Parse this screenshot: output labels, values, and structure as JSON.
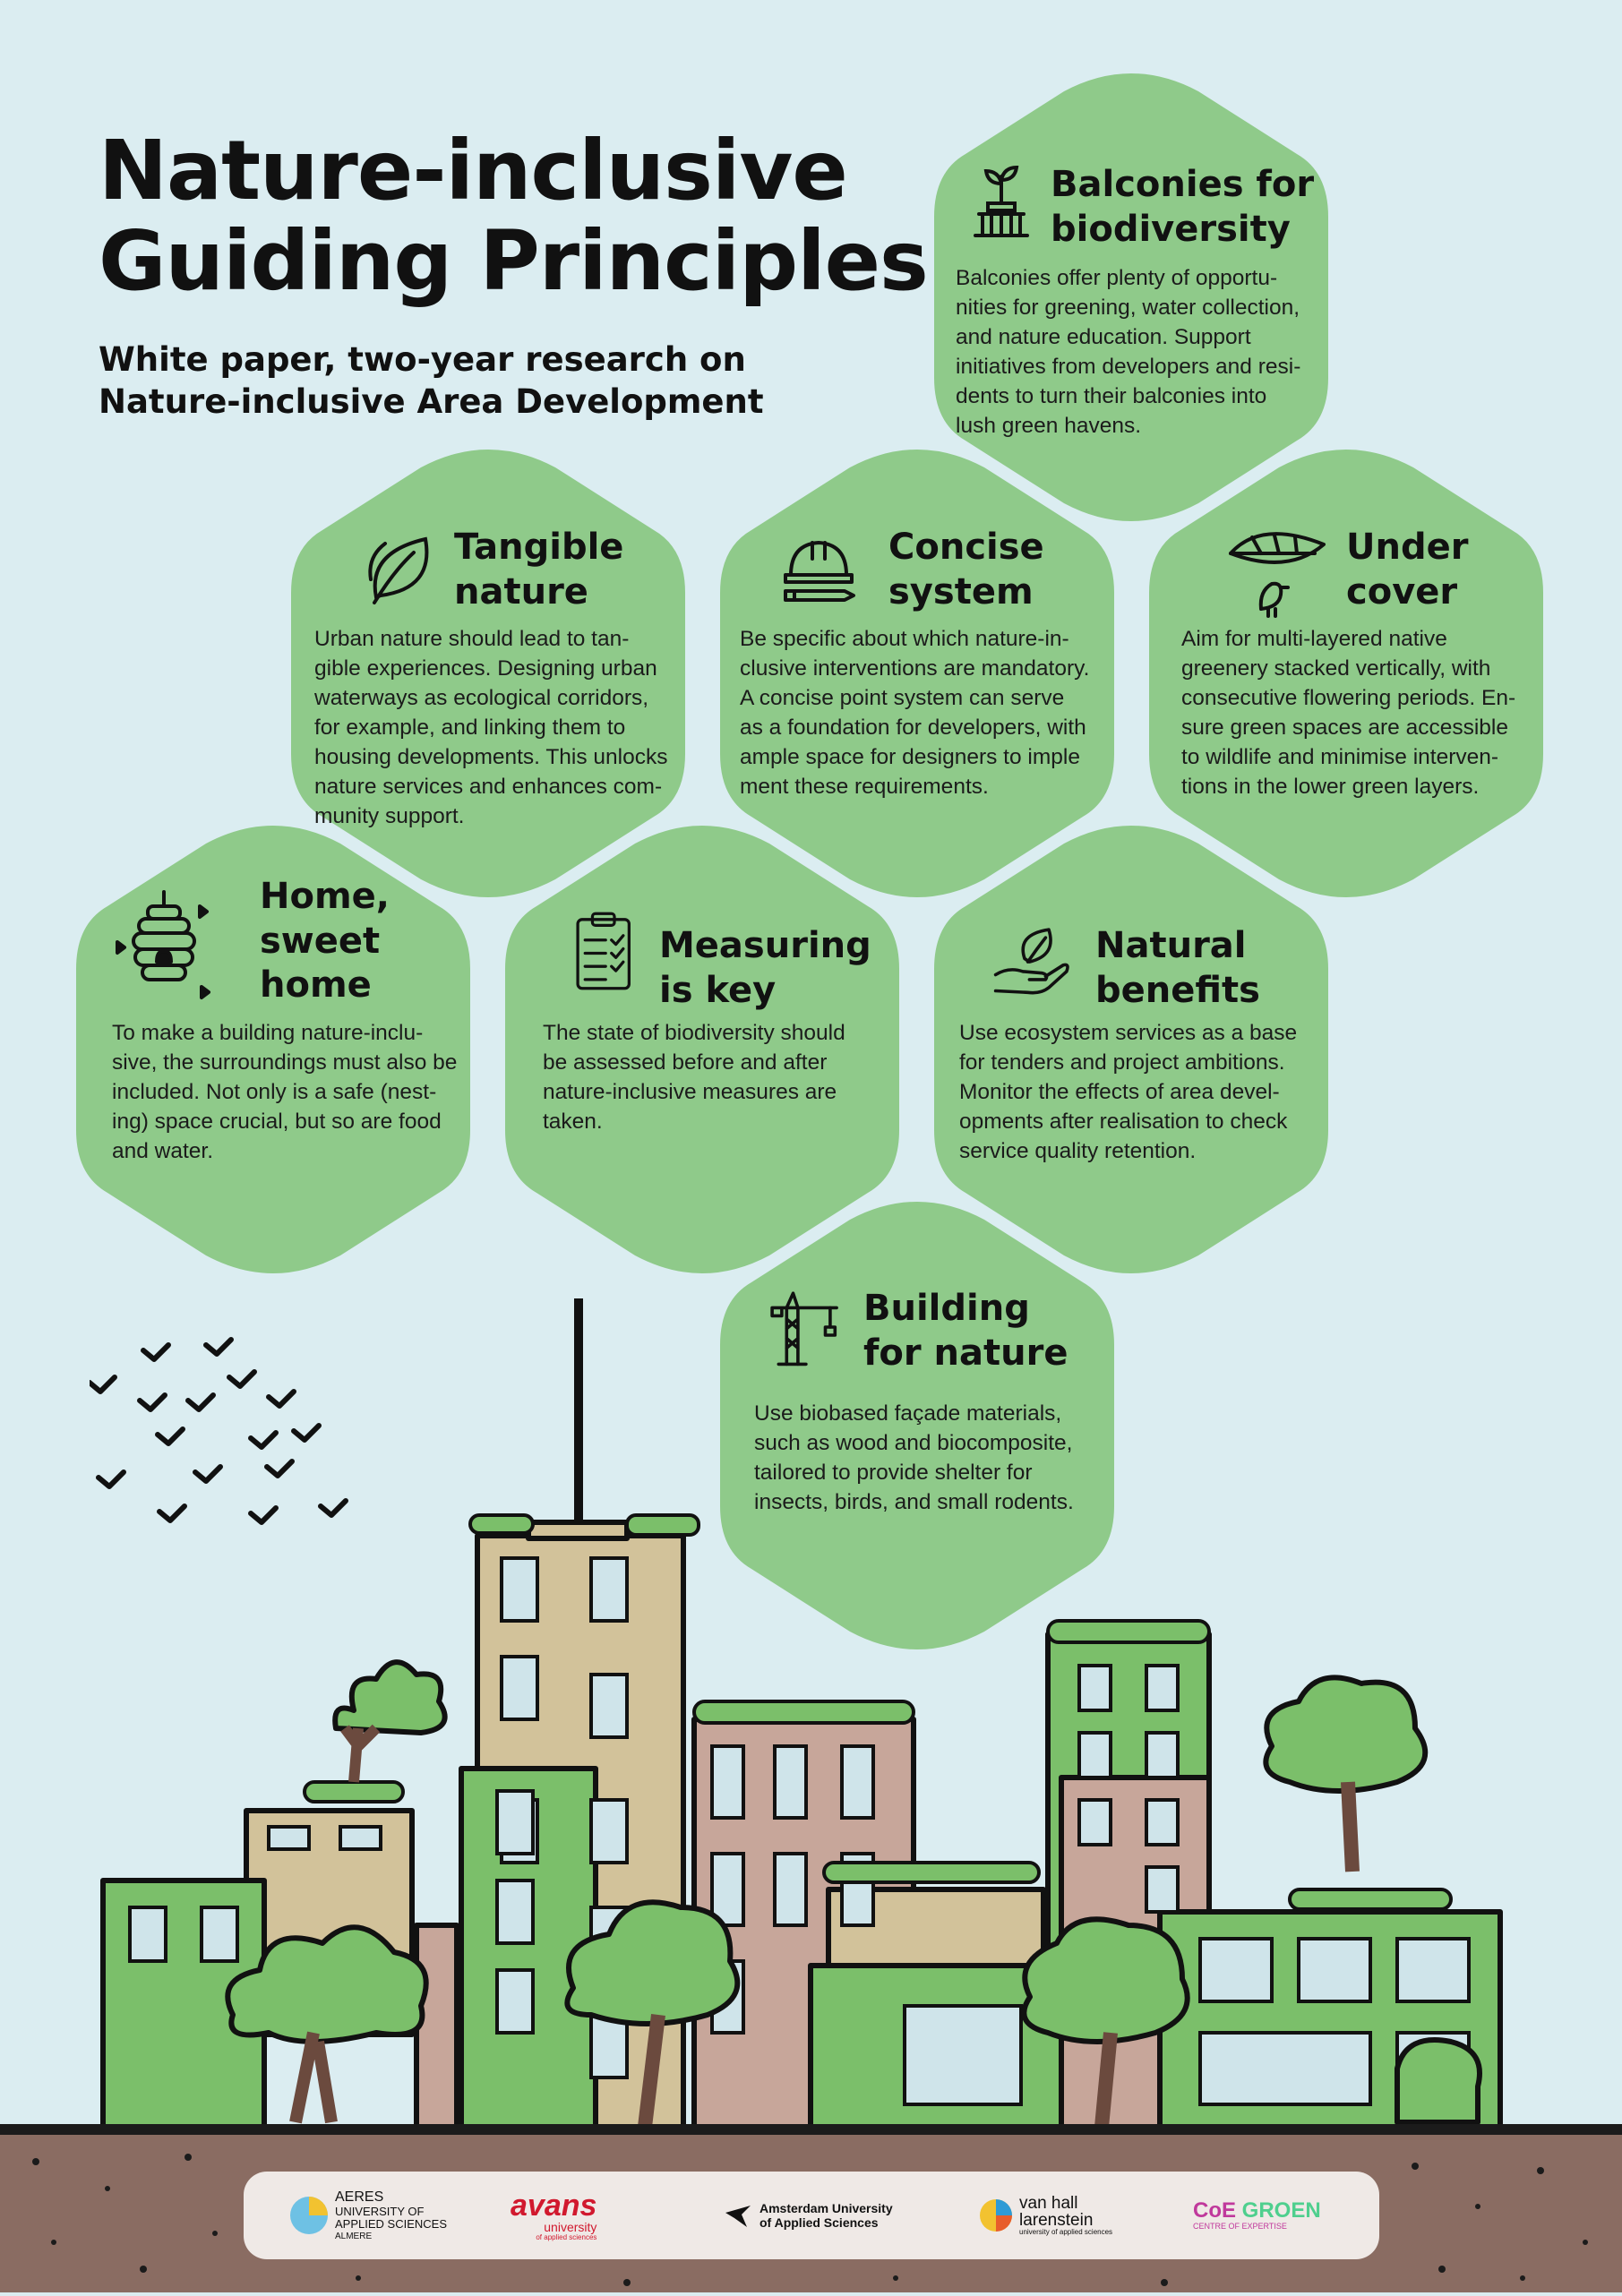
{
  "header": {
    "title_line1": "Nature-inclusive",
    "title_line2": "Guiding Principles",
    "subtitle_line1": "White paper, two-year research on",
    "subtitle_line2": "Nature-inclusive Area Development"
  },
  "principles": [
    {
      "icon": "plant-pot-icon",
      "title1": "Balconies for",
      "title2": "biodiversity",
      "title3": "",
      "body": "Balconies offer plenty of opportu-\nnities for greening, water collection,\nand nature education. Support\ninitiatives from developers and resi-\ndents to turn their balconies into\n        lush green havens."
    },
    {
      "icon": "leaf-icon",
      "title1": "Tangible",
      "title2": "nature",
      "title3": "",
      "body": "Urban nature should lead to tan-\ngible experiences. Designing urban\nwaterways as ecological corridors,\nfor example, and linking them to\nhousing developments. This unlocks\nnature services and enhances com-\n            munity support."
    },
    {
      "icon": "hardhat-pencil-icon",
      "title1": "Concise",
      "title2": "system",
      "title3": "",
      "body": "Be specific about which nature-in-\nclusive interventions are mandatory.\nA concise point system can serve\nas a foundation for developers, with\nample space for designers to imple\n       ment these requirements."
    },
    {
      "icon": "leaf-bird-icon",
      "title1": "Under",
      "title2": "cover",
      "title3": "",
      "body": "Aim for multi-layered native\ngreenery stacked vertically, with\nconsecutive flowering periods. En-\nsure green spaces are accessible\nto wildlife and minimise interven-\n   tions in the lower green layers."
    },
    {
      "icon": "beehive-icon",
      "title1": "Home,",
      "title2": "sweet",
      "title3": "home",
      "body": "To make a building nature-inclu-\nsive, the surroundings must also be\nincluded. Not only is a safe (nest-\ning) space crucial, but so are food\nand water."
    },
    {
      "icon": "clipboard-checklist-icon",
      "title1": "Measuring",
      "title2": "is key",
      "title3": "",
      "body": "The state of biodiversity should\nbe assessed before and after\nnature-inclusive measures are\ntaken."
    },
    {
      "icon": "hand-leaf-icon",
      "title1": "Natural",
      "title2": "benefits",
      "title3": "",
      "body": "Use ecosystem services as a base\nfor tenders and project ambitions.\nMonitor the effects of area devel-\nopments after realisation to check\nservice quality retention."
    },
    {
      "icon": "construction-crane-icon",
      "title1": "Building",
      "title2": "for nature",
      "title3": "",
      "body": "Use biobased façade materials,\nsuch as wood and biocomposite,\ntailored to provide shelter for\ninsects, birds, and small rodents."
    }
  ],
  "logos": {
    "aeres": {
      "line1": "AERES",
      "line2": "UNIVERSITY OF",
      "line3": "APPLIED SCIENCES",
      "line4": "ALMERE"
    },
    "avans": {
      "name": "avans",
      "sub1": "university",
      "sub2": "of applied sciences"
    },
    "amsterdam": {
      "line1": "Amsterdam University",
      "line2": "of Applied Sciences"
    },
    "vanhall": {
      "line1": "van hall",
      "line2": "larenstein",
      "line3": "university of applied sciences"
    },
    "coegroen": {
      "name1": "CoE ",
      "name2": "GROEN",
      "sub": "CENTRE OF EXPERTISE"
    }
  },
  "colors": {
    "background": "#dbedf1",
    "hexagon": "#8fca8a",
    "ground": "#8a6c62",
    "building_green": "#7bbf6a",
    "building_tan": "#d2c29a",
    "building_pink": "#c7a69a"
  }
}
